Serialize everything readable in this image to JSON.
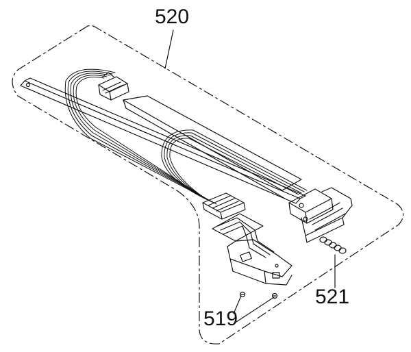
{
  "diagram": {
    "callouts": {
      "assembly": "520",
      "ring_set": "521",
      "screws": "519"
    },
    "colors": {
      "line": "#111111",
      "background": "#ffffff"
    }
  }
}
